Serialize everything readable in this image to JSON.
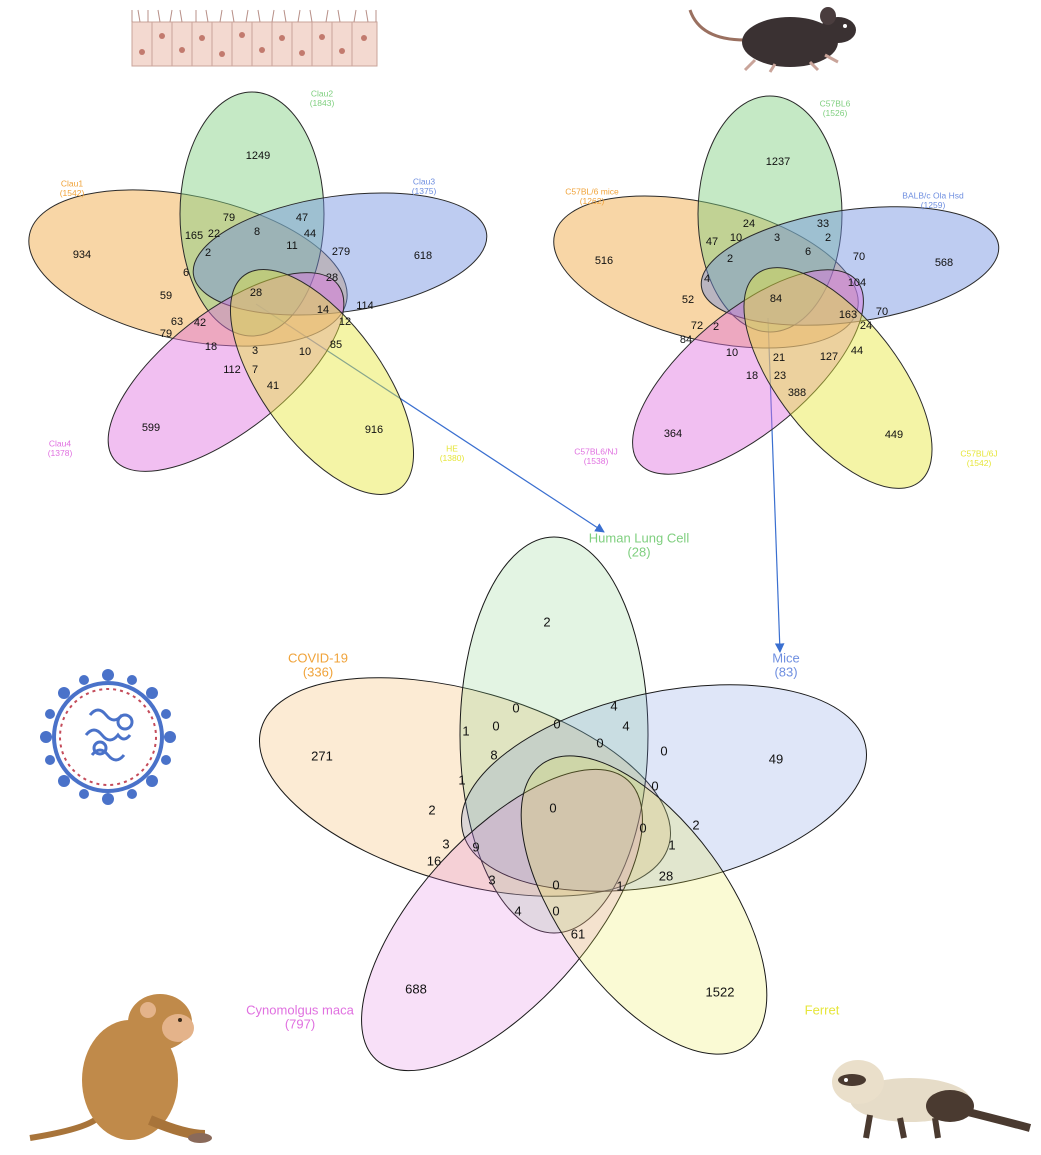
{
  "colors": {
    "orange": "#f0a33a",
    "green": "#7fcf7f",
    "blue": "#6f8fe0",
    "magenta": "#e070e0",
    "yellow": "#e6e63a",
    "arrow": "#3a6fd0"
  },
  "top_left": {
    "sets": [
      {
        "name": "Clau1",
        "count": "(1542)"
      },
      {
        "name": "Clau2",
        "count": "(1843)"
      },
      {
        "name": "Clau3",
        "count": "(1375)"
      },
      {
        "name": "Clau4",
        "count": "(1378)"
      },
      {
        "name": "HE",
        "count": "(1380)"
      }
    ],
    "values": [
      "1249",
      "934",
      "618",
      "599",
      "916",
      "79",
      "47",
      "165",
      "22",
      "8",
      "11",
      "44",
      "279",
      "2",
      "6",
      "59",
      "28",
      "28",
      "114",
      "14",
      "12",
      "63",
      "42",
      "79",
      "18",
      "3",
      "10",
      "85",
      "112",
      "7",
      "41"
    ]
  },
  "top_right": {
    "sets": [
      {
        "name": "C57BL/6 mice",
        "count": "(1262)"
      },
      {
        "name": "C57BL6",
        "count": "(1526)"
      },
      {
        "name": "BALB/c Ola Hsd",
        "count": "(1259)"
      },
      {
        "name": "C57BL6/NJ",
        "count": "(1538)"
      },
      {
        "name": "C57BL/6J",
        "count": "(1542)"
      }
    ],
    "values": [
      "1237",
      "516",
      "568",
      "364",
      "449",
      "24",
      "33",
      "47",
      "10",
      "3",
      "2",
      "6",
      "70",
      "2",
      "4",
      "104",
      "52",
      "84",
      "70",
      "72",
      "2",
      "163",
      "24",
      "84",
      "10",
      "21",
      "127",
      "44",
      "18",
      "23",
      "388"
    ]
  },
  "bottom": {
    "sets": [
      {
        "name": "COVID-19",
        "count": "(336)"
      },
      {
        "name": "Human Lung Cell",
        "count": "(28)"
      },
      {
        "name": "Mice",
        "count": "(83)"
      },
      {
        "name": "Cynomolgus maca",
        "count": "(797)"
      },
      {
        "name": "Ferret",
        "count": ""
      }
    ],
    "values": [
      "2",
      "271",
      "49",
      "688",
      "1522",
      "0",
      "4",
      "1",
      "0",
      "0",
      "4",
      "0",
      "0",
      "8",
      "1",
      "0",
      "2",
      "0",
      "0",
      "2",
      "3",
      "9",
      "16",
      "1",
      "3",
      "0",
      "1",
      "28",
      "4",
      "0",
      "61"
    ]
  },
  "icons": [
    "epithelium-icon",
    "mouse-icon",
    "virus-icon",
    "monkey-icon",
    "ferret-icon"
  ]
}
